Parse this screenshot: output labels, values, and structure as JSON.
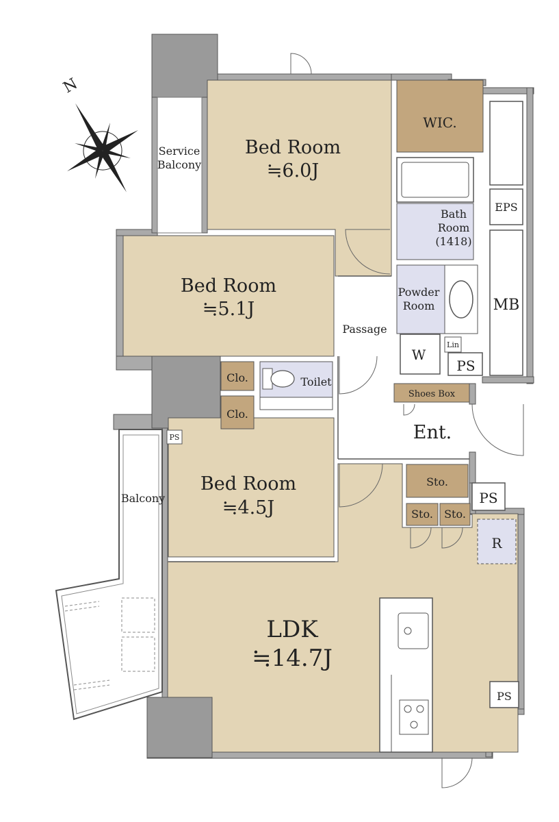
{
  "compass": {
    "north_label": "N",
    "icon": "compass-rose-icon"
  },
  "rooms": {
    "bed_6": {
      "name": "Bed Room",
      "size": "≒6.0J"
    },
    "bed_5": {
      "name": "Bed Room",
      "size": "≒5.1J"
    },
    "bed_4": {
      "name": "Bed Room",
      "size": "≒4.5J"
    },
    "ldk": {
      "name": "LDK",
      "size": "≒14.7J"
    }
  },
  "labels": {
    "service_balcony_1": "Service",
    "service_balcony_2": "Balcony",
    "wic": "WIC.",
    "bath_1": "Bath",
    "bath_2": "Room",
    "bath_3": "(1418)",
    "eps": "EPS",
    "mb": "MB",
    "powder_1": "Powder",
    "powder_2": "Room",
    "passage": "Passage",
    "washer": "W",
    "linen": "Lin",
    "ps_1": "PS",
    "ps_2": "PS",
    "ps_3": "PS",
    "ps_4": "PS",
    "clo_1": "Clo.",
    "clo_2": "Clo.",
    "toilet": "Toilet",
    "shoes_box": "Shoes Box",
    "entrance": "Ent.",
    "sto_1": "Sto.",
    "sto_2": "Sto.",
    "sto_3": "Sto.",
    "refrigerator": "R",
    "balcony": "Balcony"
  },
  "colors": {
    "room_fill": "#e3d5b6",
    "closet_fill": "#c2a67e",
    "wall": "#aaaaaa",
    "pillar": "#9a9a9a",
    "wet_area": "#dfe0ef",
    "outline": "#555555"
  }
}
